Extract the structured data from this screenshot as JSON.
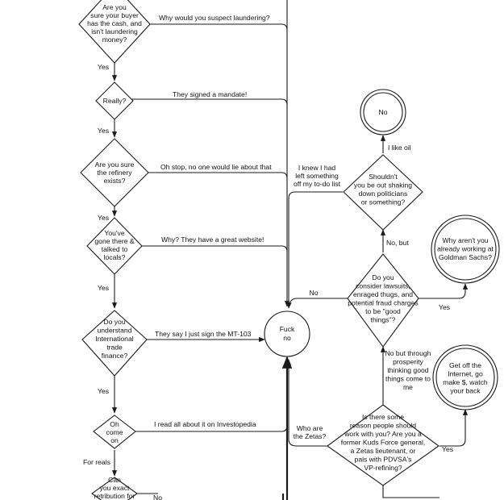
{
  "nodes": {
    "buyer_cash": [
      "Are you",
      "sure your buyer",
      "has the cash, and",
      "isn't laundering",
      "money?"
    ],
    "really": [
      "Really?"
    ],
    "refinery_exists": [
      "Are you sure",
      "the refinery",
      "exists?"
    ],
    "been_there": [
      "You've",
      "gone there &",
      "talked to",
      "locals?"
    ],
    "understand_finance": [
      "Do you",
      "understand",
      "International",
      "trade",
      "finance?"
    ],
    "oh_come_on": [
      "Oh",
      "come",
      "on"
    ],
    "exact_retribution": [
      "Can",
      "you exact",
      "retribution for"
    ],
    "fuck_no": [
      "Fuck",
      "no"
    ],
    "no_end": [
      "No"
    ],
    "shaking_down": [
      "Shouldn't",
      "you be out shaking",
      "down politicians",
      "or something?"
    ],
    "goldman": [
      "Why aren't you",
      "already working at",
      "Goldman Sachs?"
    ],
    "lawsuits": [
      "Do you",
      "consider lawsuits,",
      "enraged thugs, and",
      "potential fraud charges",
      "to be \"good",
      "things\"?"
    ],
    "get_off": [
      "Get off the",
      "Internet, go",
      "make $, watch",
      "your back"
    ],
    "reason": [
      "Is there some",
      "reason people should",
      "work with you? Are you a",
      "former Kuds Force general,",
      "a Zetas lieutenant, or",
      "pals with PDVSA's",
      "VP-refining?"
    ]
  },
  "labels": {
    "laundering": [
      "Why would you suspect laundering?"
    ],
    "yes_1": [
      "Yes"
    ],
    "mandate": [
      "They signed a mandate!"
    ],
    "yes_2": [
      "Yes"
    ],
    "no_one_lie": [
      "Oh stop, no one would lie about that"
    ],
    "yes_3": [
      "Yes"
    ],
    "great_website": [
      "Why? They have a great website!"
    ],
    "yes_4": [
      "Yes"
    ],
    "mt103": [
      "They say I just sign the MT-103"
    ],
    "yes_5": [
      "Yes"
    ],
    "investopedia": [
      "I read all about it on Investopedia"
    ],
    "for_reals": [
      "For reals"
    ],
    "no_bottom": [
      "No"
    ],
    "todo_list": [
      "I knew I had",
      "left something",
      "off my to-do list"
    ],
    "who_zetas": [
      "Who are",
      "the Zetas?"
    ],
    "no_lawsuits": [
      "No"
    ],
    "like_oil": [
      "I like oil"
    ],
    "no_but": [
      "No, but"
    ],
    "yes_goldman": [
      "Yes"
    ],
    "prosperity": [
      "No but through",
      "prosperity",
      "thinking good",
      "things come to",
      "me"
    ],
    "yes_reason": [
      "Yes"
    ]
  }
}
